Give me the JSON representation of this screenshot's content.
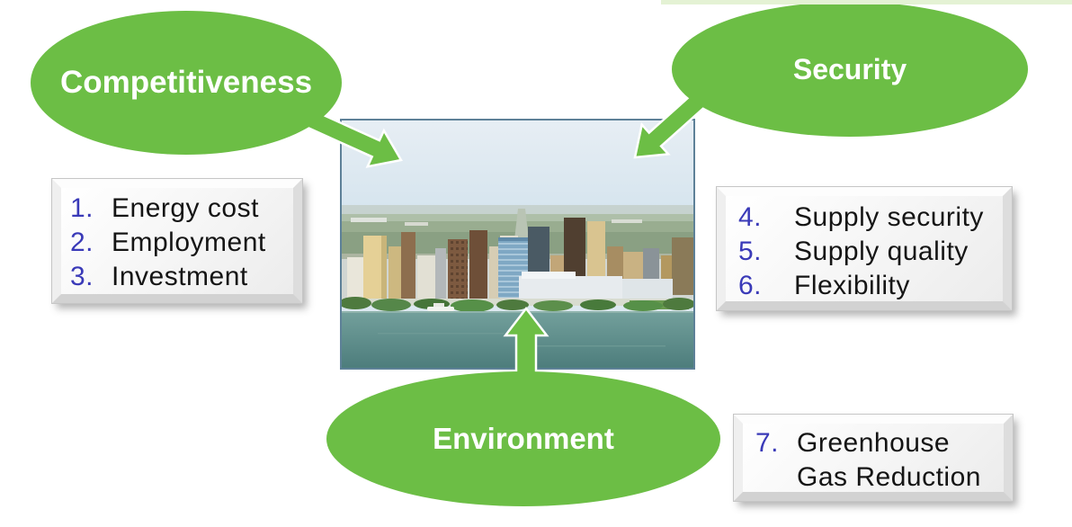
{
  "slide": {
    "background": "#ffffff",
    "top_strip_color": "#e4f2d4"
  },
  "colors": {
    "ellipse_green": "#6CBE45",
    "arrow_green": "#6CBE45",
    "number_blue": "#3a3ab8",
    "list_text": "#151515",
    "photo_border": "#5e8198",
    "water_teal": "#5d8d8b",
    "sky_blue": "#d9e7f0"
  },
  "ellipses": [
    {
      "id": "competitiveness",
      "label": "Competitiveness"
    },
    {
      "id": "security",
      "label": "Security"
    },
    {
      "id": "environment",
      "label": "Environment"
    }
  ],
  "lists": {
    "competitiveness": {
      "items": [
        {
          "num": "1.",
          "text": "Energy cost"
        },
        {
          "num": "2.",
          "text": "Employment"
        },
        {
          "num": "3.",
          "text": "Investment"
        }
      ]
    },
    "security": {
      "items": [
        {
          "num": "4.",
          "text": "Supply security"
        },
        {
          "num": "5.",
          "text": "Supply quality"
        },
        {
          "num": "6.",
          "text": "Flexibility"
        }
      ]
    },
    "environment": {
      "items": [
        {
          "num": "7.",
          "text": "Greenhouse Gas Reduction"
        }
      ]
    }
  },
  "photo": {
    "subject": "waterfront-city-skyline"
  }
}
